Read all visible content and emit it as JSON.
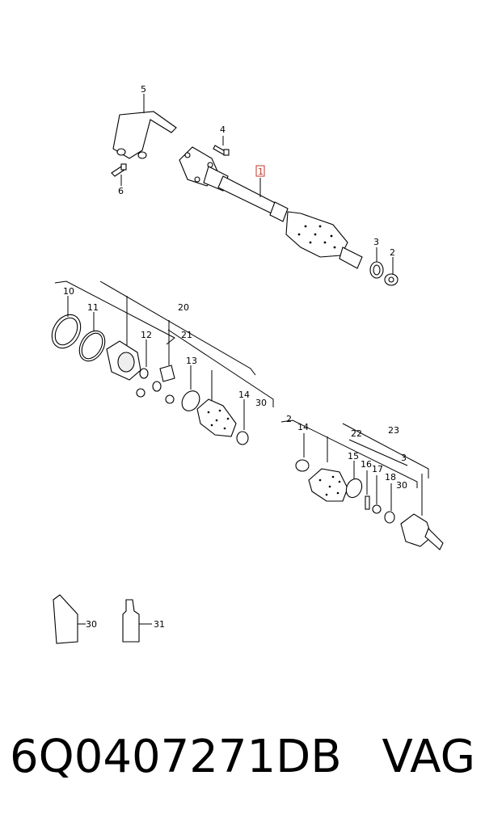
{
  "caption": {
    "part_number": "6Q0407271DB",
    "brand": "VAG"
  },
  "labels": {
    "l1": "1",
    "l2a": "2",
    "l2b": "2",
    "l3a": "3",
    "l3b": "3",
    "l4": "4",
    "l5": "5",
    "l6": "6",
    "l10": "10",
    "l11": "11",
    "l12": "12",
    "l13": "13",
    "l14a": "14",
    "l14b": "14",
    "l15": "15",
    "l16": "16",
    "l17": "17",
    "l18": "18",
    "l20": "20",
    "l21": "21",
    "l22": "22",
    "l23": "23",
    "l30a": "30",
    "l30b": "30",
    "l30c": "30",
    "l31": "31"
  }
}
